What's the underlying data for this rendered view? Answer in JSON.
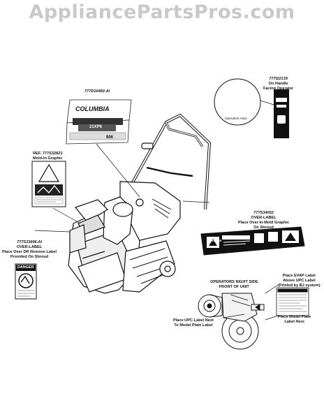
{
  "watermark": "AppliancePartsPros.com",
  "labels": {
    "top_decal_pn": "777D16482",
    "top_decal_suffix": ".AI",
    "brand": "COLUMBIA",
    "model_tag": "21XP6",
    "handle_pn": "777I22139",
    "handle_line1": "On Handle",
    "handle_line2": "Facing Operator",
    "operators_view": "Operators View",
    "mold_ref": "REF. 777S32823",
    "mold_graphic": "Mold-In Graphic",
    "shroud_pn": "777S34052",
    "shroud_overlabel": "OVER-LABEL",
    "shroud_line1": "Place Over In-Mold Graphic",
    "shroud_line2": "On Shroud",
    "chute_pn": "777S33696",
    "chute_suffix": ".AI",
    "chute_overlabel": "OVER-LABEL",
    "chute_line1": "Place Over DR Remove Label",
    "chute_line2": "Provided On Shroud",
    "danger": "DANGER",
    "side_title1": "OPERATORS RIGHT SIDE",
    "side_title2": "FRONT OF UNIT",
    "evap1": "Place EVAP Label",
    "evap2": "Above UPC Label",
    "evap3": "(Printed by BJ system)",
    "upc1": "Place UPC Label Next",
    "upc2": "To Model Plate Label",
    "plate1": "Place Model Plate",
    "plate2": "Label Here"
  }
}
